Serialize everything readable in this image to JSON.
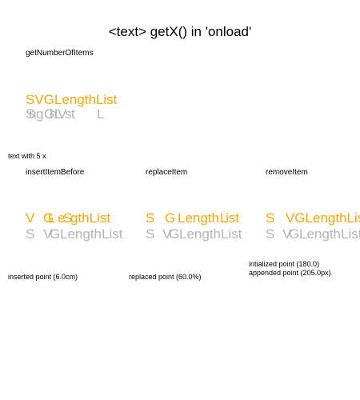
{
  "colors": {
    "orange": "#ffa500",
    "gray": "#b4b4b4",
    "black": "#000000"
  },
  "title": "<text> getX() in 'onload'",
  "getNumberOfItems": {
    "label": "getNumberOfItems",
    "orange_text": "SVGLengthList",
    "gray_scrambled": {
      "c1": "S",
      "c2": "n",
      "c3": "g",
      "c4": "G",
      "c5": "h",
      "c6": "L",
      "c7": "V",
      "c8": "s",
      "c9": "t",
      "c10": "L"
    }
  },
  "note": "text with 5 x",
  "insertItemBefore": {
    "label": "insertItemBefore",
    "orange": {
      "c1": "V",
      "c2": "G",
      "c3": "L",
      "c4": "e",
      "c5": "S",
      "c6": "gthList"
    },
    "gray": {
      "c1": "S",
      "c2": "V",
      "c3": "G",
      "c4": "LengthList"
    },
    "status": "inserted point (6.0cm)"
  },
  "replaceItem": {
    "label": "replaceItem",
    "orange": {
      "c1": "S",
      "c2": "G",
      "c3": "Length",
      "c4": "L",
      "c5": "ist"
    },
    "gray": {
      "c1": "S",
      "c2": "V",
      "c3": "G",
      "c4": "LengthList"
    },
    "status": "replaced point (60.0%)"
  },
  "removeItem": {
    "label": "removeItem",
    "orange": {
      "c1": "S",
      "c2": "VGLengthLis"
    },
    "gray": {
      "c1": "S",
      "c2": "V",
      "c3": "G",
      "c4": "LengthList"
    },
    "status_line1": "intialized point (180.0)",
    "status_line2": "appended point (205.0px)"
  }
}
